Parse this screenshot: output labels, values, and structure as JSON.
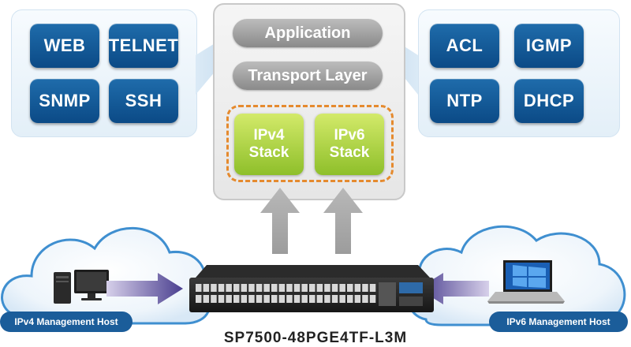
{
  "left_services": [
    "WEB",
    "TELNET",
    "SNMP",
    "SSH"
  ],
  "right_services": [
    "ACL",
    "IGMP",
    "NTP",
    "DHCP"
  ],
  "layers": {
    "application": "Application",
    "transport": "Transport Layer"
  },
  "stacks": {
    "ipv4_line1": "IPv4",
    "ipv4_line2": "Stack",
    "ipv6_line1": "IPv6",
    "ipv6_line2": "Stack"
  },
  "hosts": {
    "ipv4": "IPv4 Management Host",
    "ipv6": "IPv6 Management Host"
  },
  "device_model": "SP7500-48PGE4TF-L3M",
  "colors": {
    "tile_blue": "#0b4a86",
    "stack_green": "#8ebf2a",
    "dashed_orange": "#e58a2e",
    "cloud_blue": "#3f8fd0",
    "pill_blue": "#1b5d9a"
  }
}
